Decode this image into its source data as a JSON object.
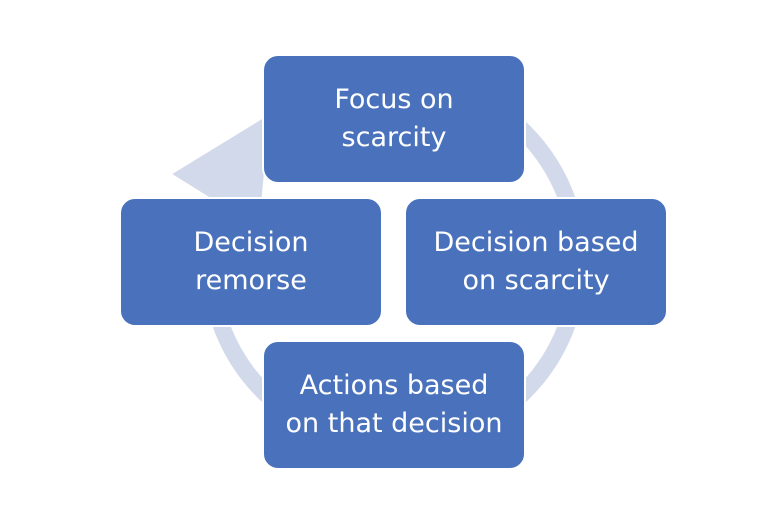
{
  "colors": {
    "box_fill": "#4A72BC",
    "box_border": "#FFFFFF",
    "box_text": "#FFFFFF",
    "cycle_arrow": "#D2D9EA",
    "background": "#FFFFFF"
  },
  "cycle": {
    "direction": "clockwise",
    "steps": [
      {
        "id": "top",
        "label": "Focus on\nscarcity"
      },
      {
        "id": "right",
        "label": "Decision based\non scarcity"
      },
      {
        "id": "bottom",
        "label": "Actions based\non that decision"
      },
      {
        "id": "left",
        "label": "Decision\nremorse"
      }
    ],
    "arrow_icon": "circular-arrow-icon"
  }
}
